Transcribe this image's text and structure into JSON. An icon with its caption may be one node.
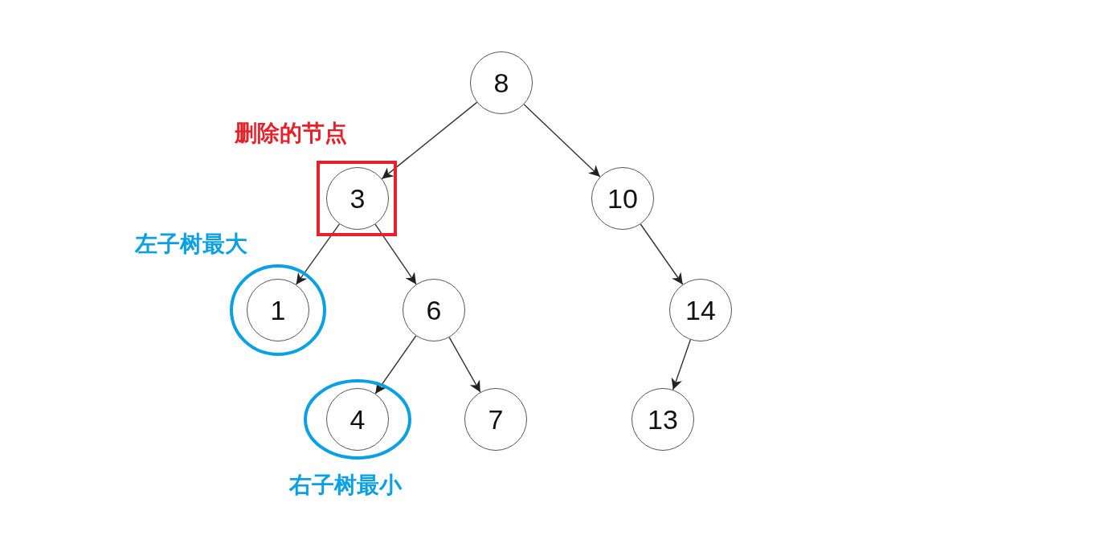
{
  "diagram": {
    "nodes": [
      {
        "text": [
          "8"
        ]
      },
      {
        "text": [
          "3"
        ],
        "beside": [
          "删除的节点"
        ]
      },
      {
        "text": [
          "10"
        ]
      },
      {
        "text": [
          "1"
        ],
        "beside": [
          "左子树最大"
        ]
      },
      {
        "text": [
          "6"
        ]
      },
      {
        "text": [
          "14"
        ]
      },
      {
        "text": [
          "4"
        ],
        "beside": [
          "右子树最小"
        ]
      },
      {
        "text": [
          "7"
        ]
      },
      {
        "text": [
          "13"
        ]
      }
    ],
    "edges": [
      {
        "from": 0,
        "to": 1,
        "arrow": "to"
      },
      {
        "from": 0,
        "to": 2,
        "arrow": "to"
      },
      {
        "from": 1,
        "to": 3,
        "arrow": "to"
      },
      {
        "from": 1,
        "to": 4,
        "arrow": "to"
      },
      {
        "from": 2,
        "to": 5,
        "arrow": "to"
      },
      {
        "from": 4,
        "to": 6,
        "arrow": "to"
      },
      {
        "from": 4,
        "to": 7,
        "arrow": "to"
      },
      {
        "from": 5,
        "to": 8,
        "arrow": "to"
      }
    ]
  }
}
